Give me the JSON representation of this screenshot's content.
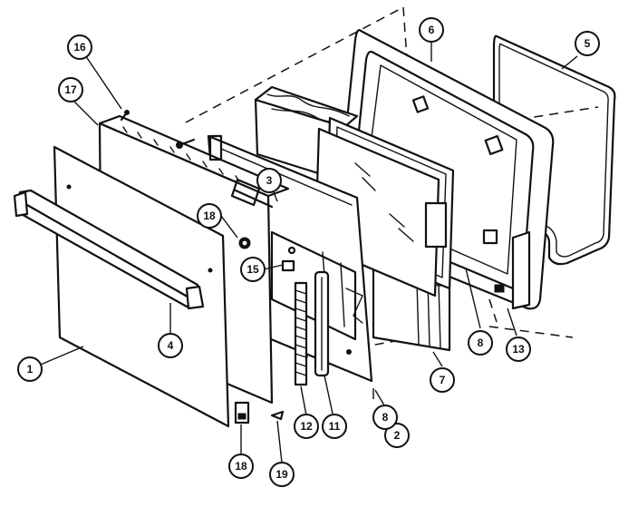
{
  "callouts": [
    {
      "id": "c1",
      "label": "1"
    },
    {
      "id": "c2",
      "label": "2"
    },
    {
      "id": "c3",
      "label": "3"
    },
    {
      "id": "c4",
      "label": "4"
    },
    {
      "id": "c5",
      "label": "5"
    },
    {
      "id": "c6",
      "label": "6"
    },
    {
      "id": "c7",
      "label": "7"
    },
    {
      "id": "c8a",
      "label": "8"
    },
    {
      "id": "c8b",
      "label": "8"
    },
    {
      "id": "c11",
      "label": "11"
    },
    {
      "id": "c12",
      "label": "12"
    },
    {
      "id": "c13",
      "label": "13"
    },
    {
      "id": "c15",
      "label": "15"
    },
    {
      "id": "c16",
      "label": "16"
    },
    {
      "id": "c17",
      "label": "17"
    },
    {
      "id": "c18a",
      "label": "18"
    },
    {
      "id": "c18b",
      "label": "18"
    },
    {
      "id": "c19",
      "label": "19"
    }
  ]
}
